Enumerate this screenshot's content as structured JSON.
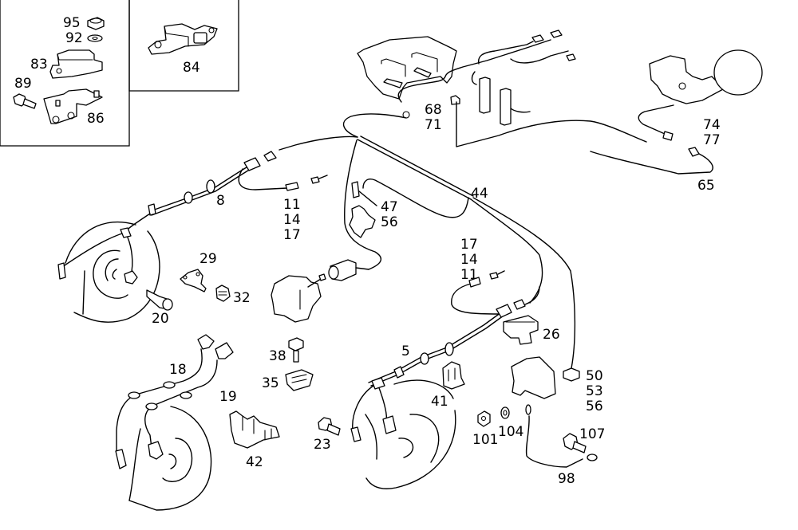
{
  "diagram": {
    "type": "exploded-parts-diagram",
    "subject": "wheel speed sensor wiring harness and control unit assembly",
    "colors": {
      "line": "#000000",
      "background": "#ffffff"
    },
    "inset_boxes": [
      {
        "name": "inset-left",
        "parts": [
          "95",
          "92",
          "83",
          "89",
          "86"
        ]
      },
      {
        "name": "inset-right",
        "parts": [
          "84"
        ]
      }
    ],
    "labels": [
      {
        "id": "l95",
        "text": "95"
      },
      {
        "id": "l92",
        "text": "92"
      },
      {
        "id": "l83",
        "text": "83"
      },
      {
        "id": "l89",
        "text": "89"
      },
      {
        "id": "l86",
        "text": "86"
      },
      {
        "id": "l84",
        "text": "84"
      },
      {
        "id": "l68",
        "text": "68"
      },
      {
        "id": "l71",
        "text": "71"
      },
      {
        "id": "l74",
        "text": "74"
      },
      {
        "id": "l77",
        "text": "77"
      },
      {
        "id": "l65",
        "text": "65"
      },
      {
        "id": "l44",
        "text": "44"
      },
      {
        "id": "l8",
        "text": "8"
      },
      {
        "id": "l11a",
        "text": "11"
      },
      {
        "id": "l14a",
        "text": "14"
      },
      {
        "id": "l17a",
        "text": "17"
      },
      {
        "id": "l47",
        "text": "47"
      },
      {
        "id": "l56a",
        "text": "56"
      },
      {
        "id": "l29",
        "text": "29"
      },
      {
        "id": "l32",
        "text": "32"
      },
      {
        "id": "l20",
        "text": "20"
      },
      {
        "id": "l17b",
        "text": "17"
      },
      {
        "id": "l14b",
        "text": "14"
      },
      {
        "id": "l11b",
        "text": "11"
      },
      {
        "id": "l26",
        "text": "26"
      },
      {
        "id": "l5",
        "text": "5"
      },
      {
        "id": "l38",
        "text": "38"
      },
      {
        "id": "l35",
        "text": "35"
      },
      {
        "id": "l18",
        "text": "18"
      },
      {
        "id": "l19",
        "text": "19"
      },
      {
        "id": "l41",
        "text": "41"
      },
      {
        "id": "l50",
        "text": "50"
      },
      {
        "id": "l53",
        "text": "53"
      },
      {
        "id": "l56b",
        "text": "56"
      },
      {
        "id": "l42",
        "text": "42"
      },
      {
        "id": "l23",
        "text": "23"
      },
      {
        "id": "l101",
        "text": "101"
      },
      {
        "id": "l104",
        "text": "104"
      },
      {
        "id": "l107",
        "text": "107"
      },
      {
        "id": "l98",
        "text": "98"
      }
    ]
  }
}
